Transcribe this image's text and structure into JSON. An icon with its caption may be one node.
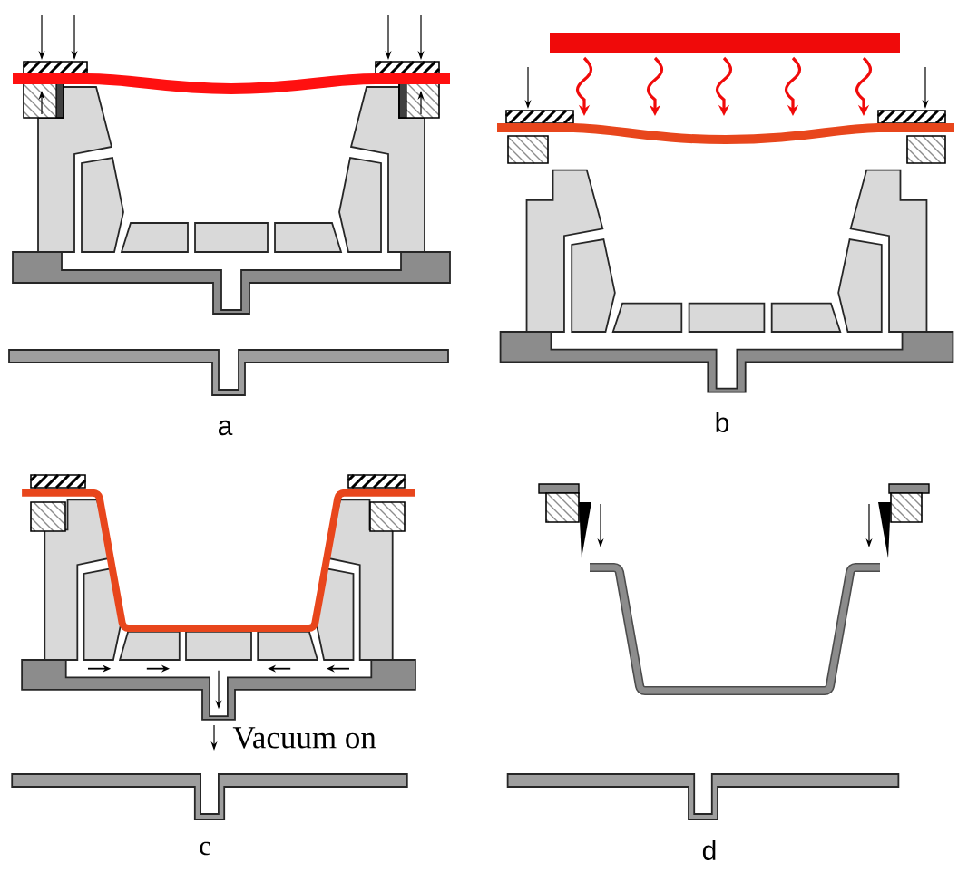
{
  "diagram": {
    "labels": [
      "a",
      "b",
      "Vacuum on",
      "c",
      "d"
    ]
  }
}
